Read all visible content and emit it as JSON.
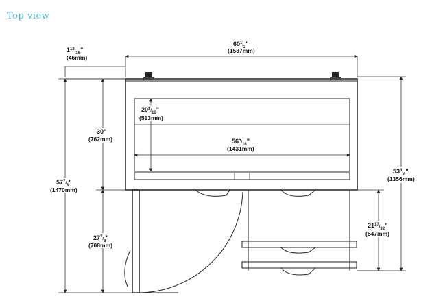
{
  "title": "Top view",
  "dimensions": {
    "overall_width": {
      "main": "60",
      "frac_num": "1",
      "frac_den": "2",
      "unit": "\"",
      "metric": "(1537mm)"
    },
    "edge_offset": {
      "main": "1",
      "frac_num": "13",
      "frac_den": "16",
      "unit": "\"",
      "metric": "(46mm)"
    },
    "cabinet_depth": {
      "main": "30\"",
      "metric": "(762mm)"
    },
    "overall_depth": {
      "main": "57",
      "frac_num": "7",
      "frac_den": "8",
      "unit": "\"",
      "metric": "(1470mm)"
    },
    "door_swing": {
      "main": "27",
      "frac_num": "7",
      "frac_den": "8",
      "unit": "\"",
      "metric": "(708mm)"
    },
    "inner_depth": {
      "main": "20",
      "frac_num": "3",
      "frac_den": "16",
      "unit": "\"",
      "metric": "(513mm)"
    },
    "inner_width": {
      "main": "56",
      "frac_num": "5",
      "frac_den": "16",
      "unit": "\"",
      "metric": "(1431mm)"
    },
    "right_depth": {
      "main": "53",
      "frac_num": "3",
      "frac_den": "8",
      "unit": "\"",
      "metric": "(1356mm)"
    },
    "drawer_depth": {
      "main": "21",
      "frac_num": "17",
      "frac_den": "32",
      "unit": "\"",
      "metric": "(547mm)"
    }
  }
}
